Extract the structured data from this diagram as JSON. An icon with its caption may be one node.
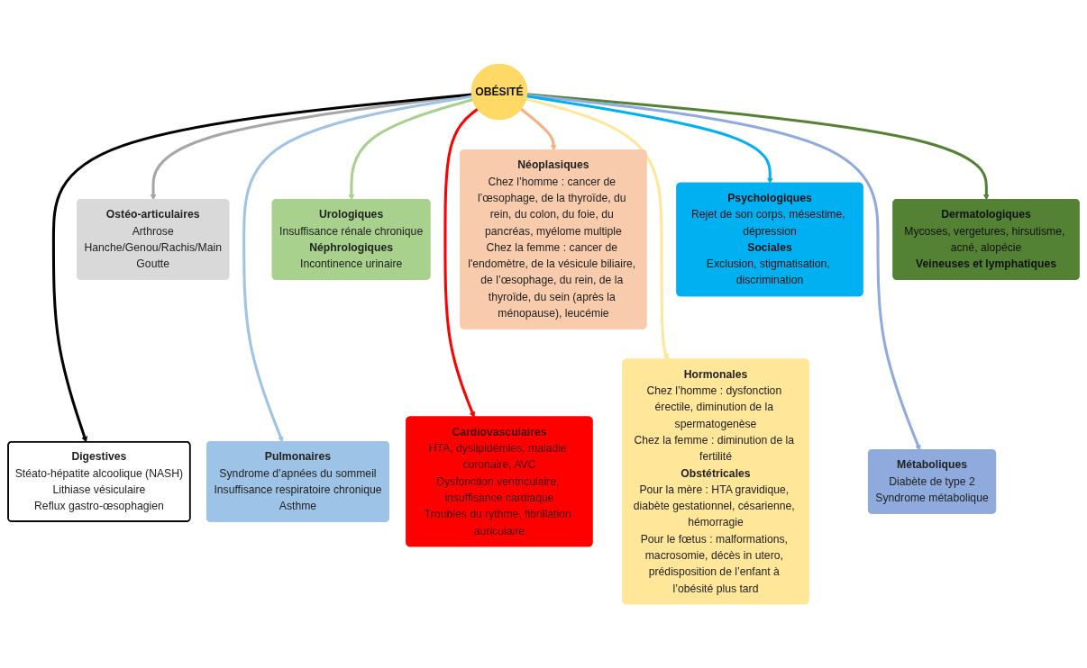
{
  "diagram": {
    "nodes": [
      {
        "text": [
          "Ostéo-articulaires",
          "Arthrose",
          "Hanche/Genou/Rachis/Main",
          "Goutte"
        ]
      },
      {
        "text": [
          "Urologiques",
          "Insuffisance rénale chronique",
          "Néphrologiques",
          "Incontinence urinaire"
        ]
      },
      {
        "text": [
          "Néoplasiques",
          "Chez l’homme : cancer de l’œsophage, de la thyroïde, du rein, du colon, du foie, du pancréas, myélome multiple",
          "Chez la femme : cancer de l'endomètre, de la vésicule biliaire, de l’œsophage, du rein, de la thyroïde, du sein (après la ménopause), leucémie"
        ]
      },
      {
        "text": [
          "Hormonales",
          "Chez l’homme : dysfonction érectile, diminution de la spermatogenèse",
          "Chez la femme : diminution de la fertilité",
          "Obstétricales",
          "Pour la mère : HTA gravidique, diabète gestationnel, césarienne, hémorragie",
          "Pour le fœtus : malformations, macrosomie, décès in utero, prédisposition de l’enfant à l’obésité plus tard"
        ]
      },
      {
        "text": [
          "Digestives",
          "Stéato-hépatite alcoolique (NASH)",
          "Lithiase vésiculaire",
          "Reflux gastro-œsophagien"
        ]
      },
      {
        "text": [
          "OBÉSITÉ"
        ]
      },
      {
        "text": [
          "Dermatologiques",
          "Mycoses, vergetures, hirsutisme, acné, alopécie",
          "Veineuses et lymphatiques"
        ]
      },
      {
        "text": [
          "Pulmonaires",
          "Syndrome d’apnées du sommeil",
          "Insuffisance respiratoire chronique",
          "Asthme"
        ]
      },
      {
        "text": [
          "Psychologiques",
          "Rejet de son corps, mésestime, dépression",
          "Sociales",
          "Exclusion, stigmatisation, discrimination"
        ]
      },
      {
        "text": [
          "Cardiovasculaires",
          "HTA, dyslipidémies, maladie coronaire, AVC",
          "Dysfonction ventriculaire, insuffisance cardiaque",
          "Troubles du rythme, fibrillation auriculaire"
        ]
      },
      {
        "text": [
          "Métaboliques",
          "Diabète de type 2",
          "Syndrome métabolique"
        ]
      }
    ],
    "edges": [
      {
        "from": 5,
        "to": 0,
        "arrow": "to",
        "color": "#a6a6a6"
      },
      {
        "from": 5,
        "to": 1,
        "arrow": "to",
        "color": "#a9d18e"
      },
      {
        "from": 5,
        "to": 2,
        "arrow": "to",
        "color": "#f4b183"
      },
      {
        "from": 5,
        "to": 3,
        "arrow": "to",
        "color": "#ffe699"
      },
      {
        "from": 5,
        "to": 4,
        "arrow": "to",
        "color": "#000000"
      },
      {
        "from": 5,
        "to": 6,
        "arrow": "to",
        "color": "#548235"
      },
      {
        "from": 5,
        "to": 7,
        "arrow": "to",
        "color": "#9dc3e6"
      },
      {
        "from": 5,
        "to": 9,
        "arrow": "to",
        "color": "#ff0000"
      },
      {
        "from": 5,
        "to": 10,
        "arrow": "to",
        "color": "#8faadc"
      },
      {
        "from": 5,
        "to": 8,
        "arrow": "to",
        "color": "#00b0f0"
      }
    ]
  }
}
